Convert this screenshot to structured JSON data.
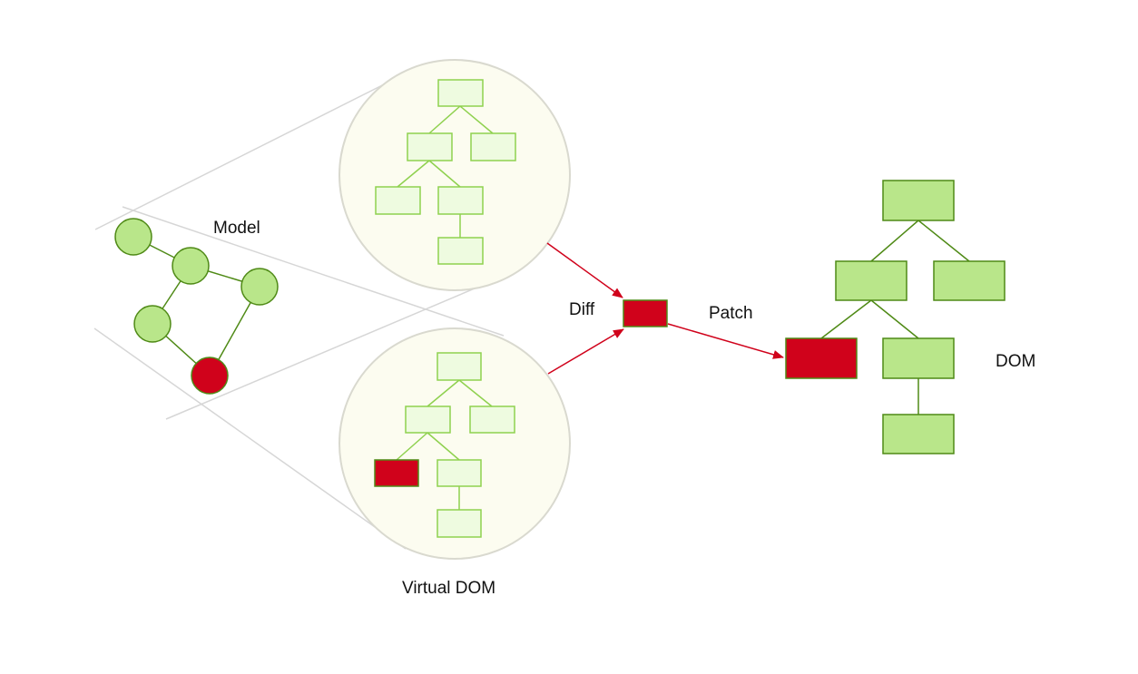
{
  "labels": {
    "model": "Model",
    "diff": "Diff",
    "patch": "Patch",
    "dom": "DOM",
    "virtual_dom": "Virtual DOM"
  },
  "colors": {
    "node_green": "#b9e68a",
    "node_green_stroke": "#4f8a16",
    "vnode_fill": "#eefbe0",
    "vnode_stroke": "#8fd14f",
    "changed_red": "#d0021b",
    "arrow_red": "#d0021b",
    "bubble_fill": "#fcfcf0",
    "bubble_stroke": "#d9d9cf",
    "projection_line": "#d6d6d6"
  }
}
